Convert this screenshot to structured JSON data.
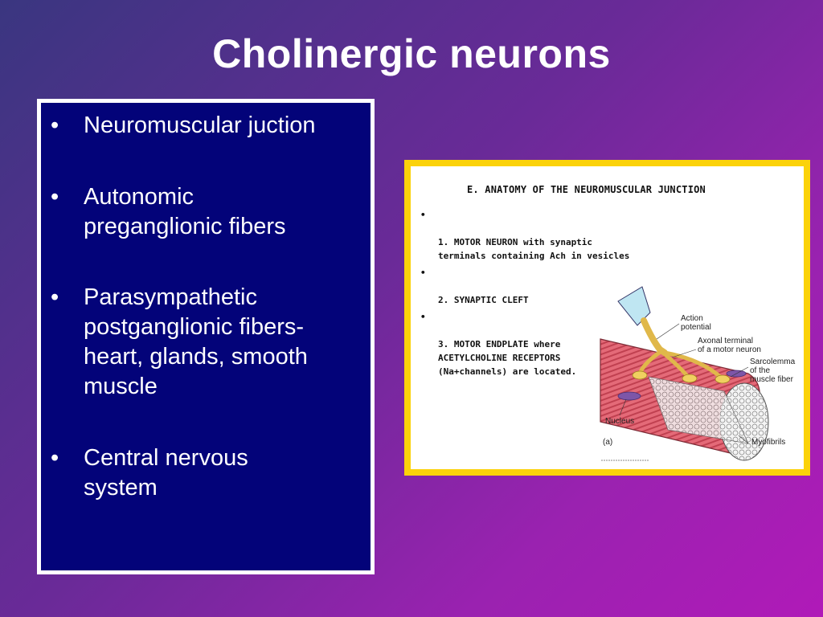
{
  "slide": {
    "title": "Cholinergic neurons",
    "bullets": [
      {
        "marker": "•",
        "text": "Neuromuscular juction"
      },
      {
        "marker": "•",
        "text": "Autonomic\npreganglionic fibers"
      },
      {
        "marker": "•",
        "text": "Parasympathetic\npostganglionic fibers-\nheart, glands, smooth\nmuscle"
      },
      {
        "marker": "•",
        "text": "Central nervous\nsystem"
      }
    ]
  },
  "figure": {
    "heading": "E. ANATOMY OF THE NEUROMUSCULAR JUNCTION",
    "items": [
      {
        "marker": "•",
        "text": "1. MOTOR NEURON with synaptic\nterminals containing Ach in vesicles"
      },
      {
        "marker": "•",
        "text": "2. SYNAPTIC CLEFT"
      },
      {
        "marker": "•",
        "text": "3. MOTOR ENDPLATE where\nACETYLCHOLINE RECEPTORS\n(Na+channels) are located."
      }
    ],
    "labels": {
      "action_potential": "Action\npotential",
      "axonal_terminal": "Axonal terminal\nof a motor neuron",
      "sarcolemma": "Sarcolemma\nof the\nmuscle fiber",
      "nucleus": "Nucleus",
      "myofibrils": "Myofibrils",
      "panel": "(a)"
    }
  },
  "colors": {
    "bullet_box": "#030379",
    "frame": "#fbd20a",
    "muscle": "#e06070",
    "neuron": "#f0d060",
    "cell_body": "#bfe6f2"
  }
}
